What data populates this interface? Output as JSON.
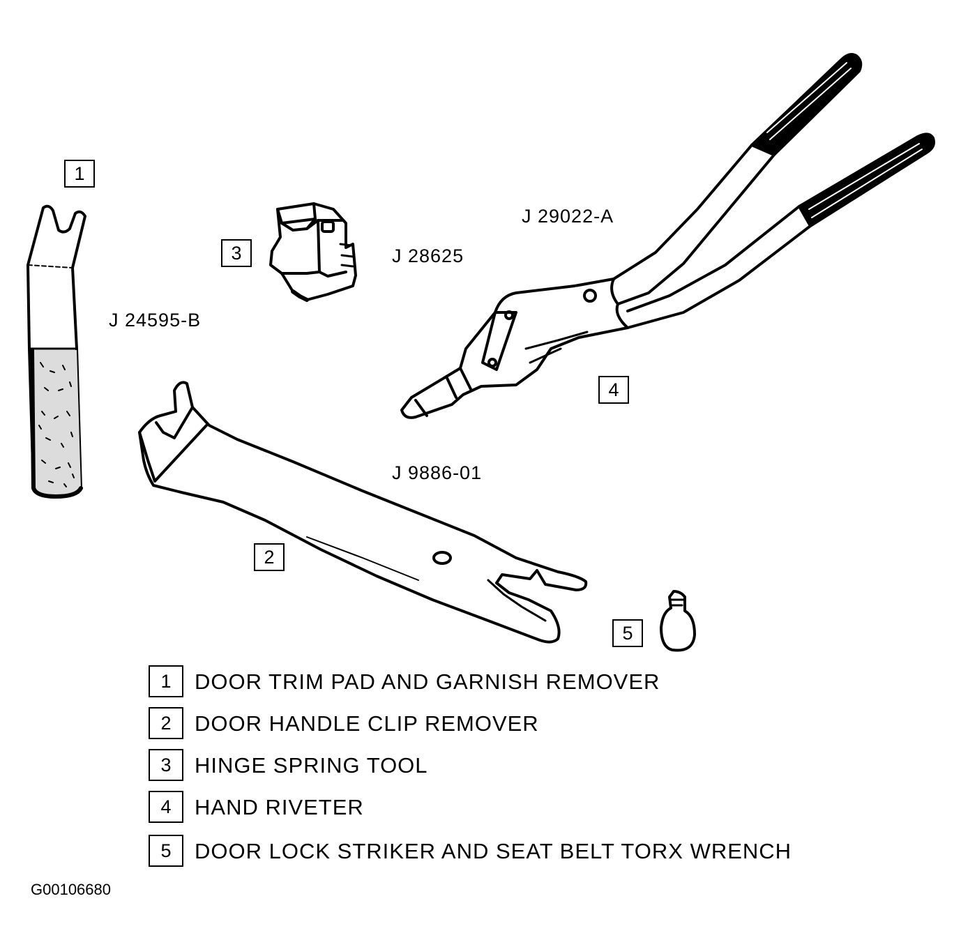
{
  "callouts": [
    {
      "num": "1",
      "part": "J 24595-B"
    },
    {
      "num": "2",
      "part": "J 9886-01"
    },
    {
      "num": "3",
      "part": "J 28625"
    },
    {
      "num": "4",
      "part": "J 29022-A"
    },
    {
      "num": "5",
      "part": ""
    }
  ],
  "legend": [
    {
      "num": "1",
      "label": "DOOR TRIM PAD AND GARNISH REMOVER"
    },
    {
      "num": "2",
      "label": "DOOR HANDLE CLIP REMOVER"
    },
    {
      "num": "3",
      "label": "HINGE SPRING TOOL"
    },
    {
      "num": "4",
      "label": "HAND RIVETER"
    },
    {
      "num": "5",
      "label": "DOOR LOCK STRIKER AND SEAT BELT TORX WRENCH"
    }
  ],
  "figure_id": "G00106680"
}
